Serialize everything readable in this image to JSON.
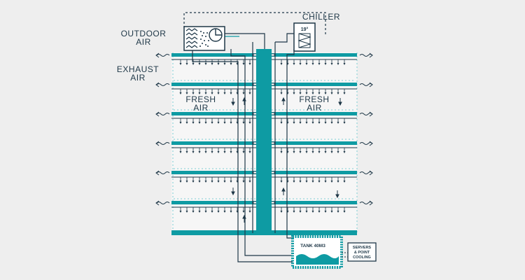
{
  "labels": {
    "outdoor_air_line1": "OUTDOOR",
    "outdoor_air_line2": "AIR",
    "exhaust_air_line1": "EXHAUST",
    "exhaust_air_line2": "AIR",
    "chiller": "CHILLER",
    "chiller_temp": "19°",
    "fresh_air_left_line1": "FRESH",
    "fresh_air_left_line2": "AIR",
    "fresh_air_right_line1": "FRESH",
    "fresh_air_right_line2": "AIR",
    "tank": "TANK 40M3",
    "servers_line1": "SERVERS",
    "servers_line2": "& POINT",
    "servers_line3": "COOLING"
  },
  "colors": {
    "background": "#eeeeee",
    "teal": "#0e9ba3",
    "navy": "#1e3747",
    "dotted": "#7ccfd4",
    "light_panel": "#f6f6f6"
  }
}
